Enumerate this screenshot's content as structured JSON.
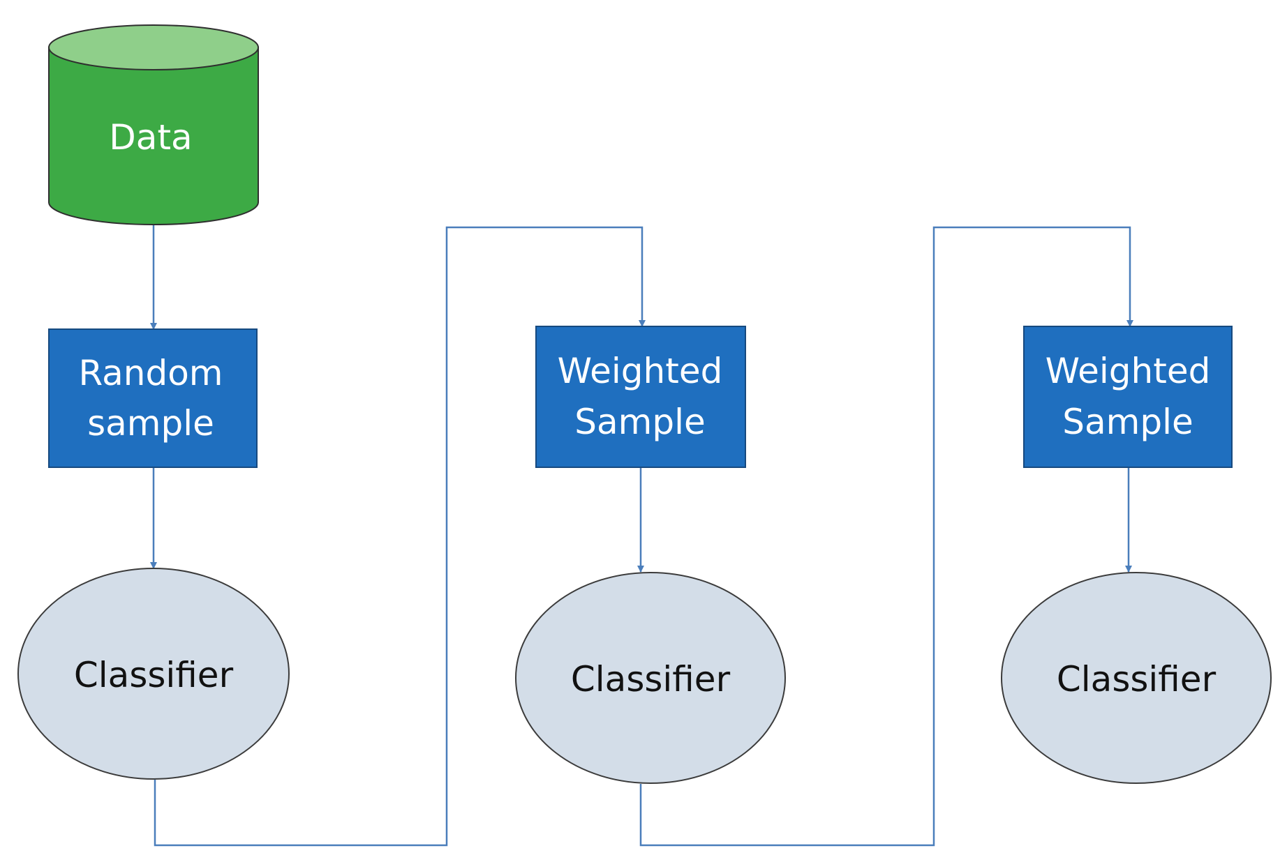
{
  "nodes": {
    "data_store": {
      "label": "Data"
    },
    "sample_1": {
      "line1": "Random",
      "line2": "sample"
    },
    "sample_2": {
      "line1": "Weighted",
      "line2": "Sample"
    },
    "sample_3": {
      "line1": "Weighted",
      "line2": "Sample"
    },
    "classifier_1": {
      "label": "Classifier"
    },
    "classifier_2": {
      "label": "Classifier"
    },
    "classifier_3": {
      "label": "Classifier"
    }
  },
  "colors": {
    "data_fill": "#3daa45",
    "data_top": "#8fcf8a",
    "sample_fill": "#1f6fbf",
    "classifier_fill": "#d3dde8",
    "connector": "#4a7ebb"
  }
}
